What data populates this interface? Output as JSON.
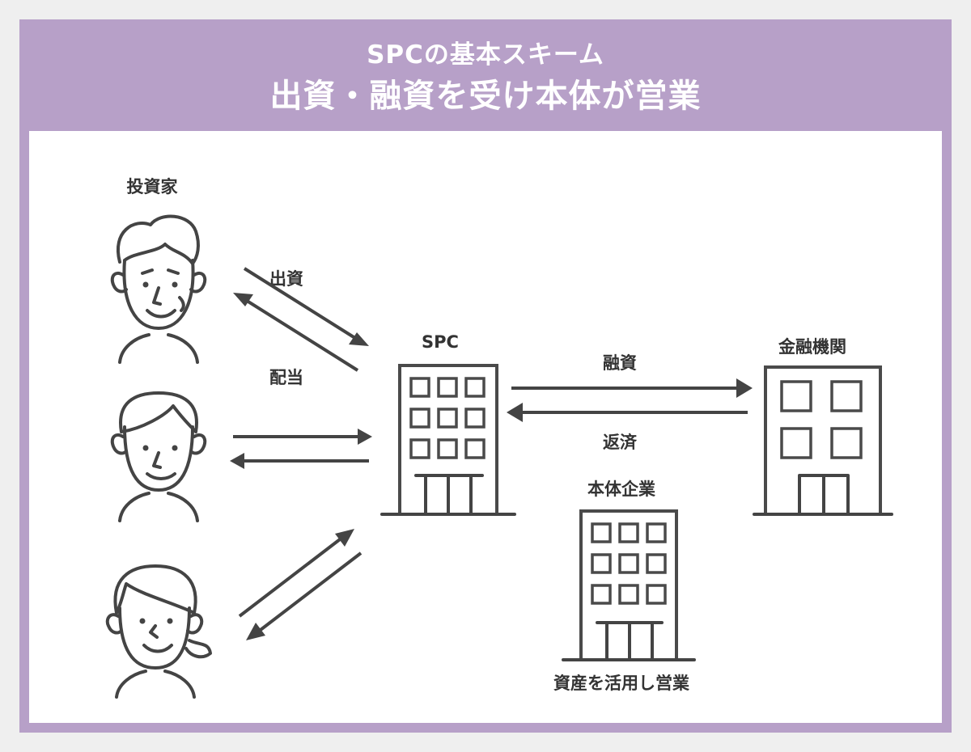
{
  "header": {
    "subtitle": "SPCの基本スキーム",
    "title": "出資・融資を受け本体が営業"
  },
  "nodes": {
    "investors": "投資家",
    "spc": "SPC",
    "bank": "金融機関",
    "parent_company": "本体企業",
    "parent_caption": "資産を活用し営業"
  },
  "flows": {
    "investment": "出資",
    "dividend": "配当",
    "loan": "融資",
    "repayment": "返済"
  },
  "colors": {
    "header_bg": "#b7a0c8",
    "line": "#444444"
  }
}
